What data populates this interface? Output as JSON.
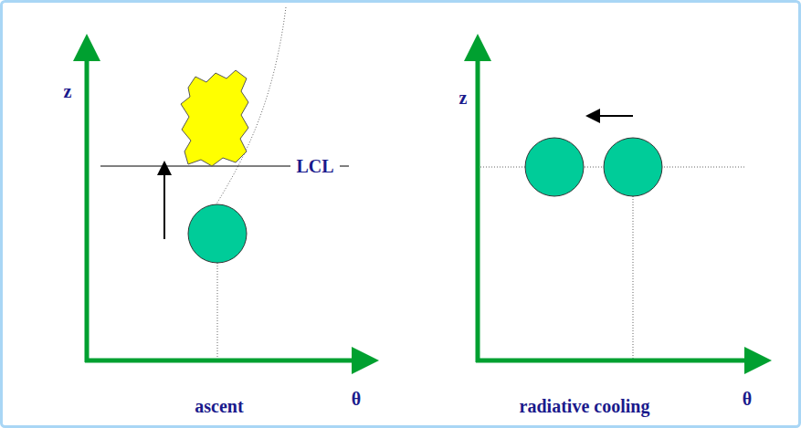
{
  "diagram": {
    "labels": [
      "z",
      "θ",
      "ascent",
      "LCL",
      "z",
      "θ",
      "radiative cooling"
    ]
  }
}
